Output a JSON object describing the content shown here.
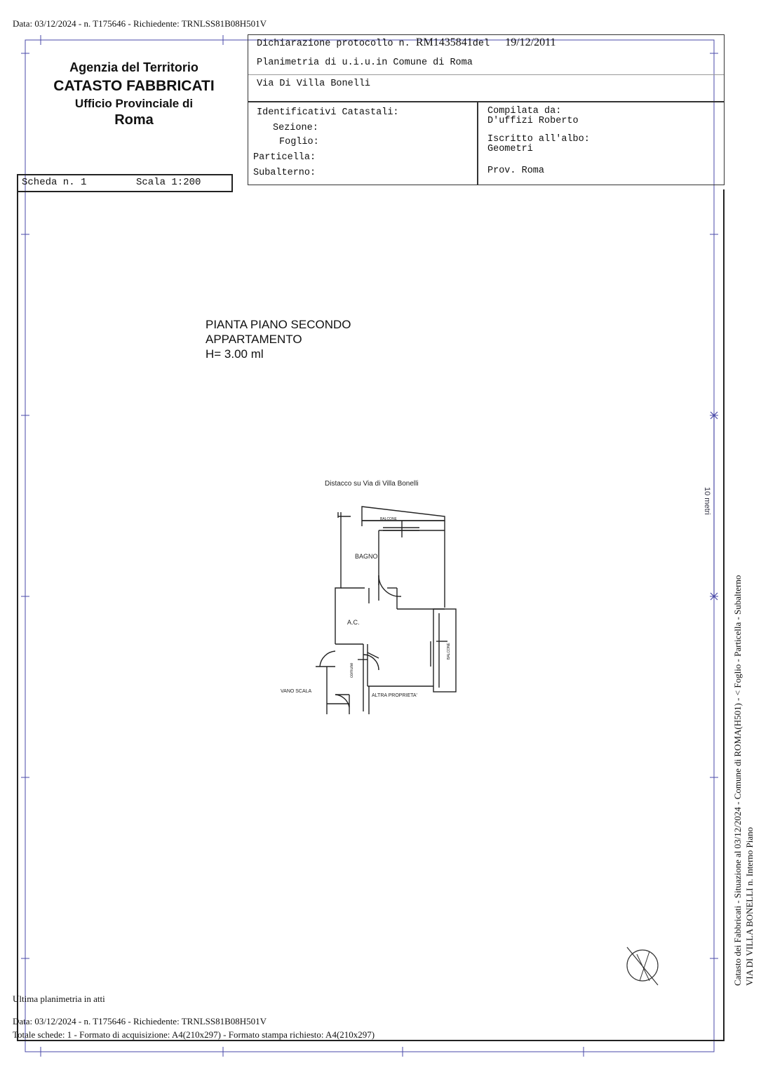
{
  "top_line": "Data: 03/12/2024 - n. T175646 - Richiedente: TRNLSS81B08H501V",
  "agency": {
    "line1": "Agenzia del Territorio",
    "line2": "CATASTO FABBRICATI",
    "line3": "Ufficio Provinciale di",
    "line4": "Roma"
  },
  "declaration": {
    "line1_prefix": "Dichiarazione protocollo n.",
    "protocol": "RM1435841",
    "del": "del",
    "date": "19/12/2011",
    "line2": "Planimetria di u.i.u.in Comune di Roma",
    "line3": "Via Di Villa Bonelli"
  },
  "identifiers": {
    "title": "Identificativi Catastali:",
    "sezione": "Sezione:",
    "foglio": "Foglio:",
    "particella": "Particella:",
    "subalterno": "Subalterno:"
  },
  "compiled": {
    "label": "Compilata da:",
    "name": "D'uffizi Roberto",
    "albo_label": "Iscritto all'albo:",
    "albo": "Geometri",
    "prov": "Prov. Roma"
  },
  "scheda": {
    "label": "Scheda n. 1",
    "scale": "Scala 1:200"
  },
  "plan_title": {
    "line1": "PIANTA PIANO SECONDO",
    "line2": "APPARTAMENTO",
    "line3": "H= 3.00 ml"
  },
  "plan_labels": {
    "distacco": "Distacco su Via di Villa Bonelli",
    "balcone_top": "BALCONE",
    "bagno": "BAGNO",
    "ac": "A.C.",
    "comune": "comune",
    "balcone_right": "BALCONE",
    "vano_scala": "VANO SCALA",
    "altra_proprieta": "ALTRA PROPRIETA'"
  },
  "scale_bar_label": "10 metri",
  "side": {
    "line1": "Catasto dei Fabbricati - Situazione al 03/12/2024 - Comune di ROMA(H501) - < Foglio    - Particella      - Subalterno",
    "line2": "VIA DI VILLA BONELLI n.       Interno      Piano"
  },
  "footer": {
    "ultima": "Ultima planimetria in atti",
    "data_line": "Data: 03/12/2024 - n. T175646 - Richiedente: TRNLSS81B08H501V",
    "totale": "Totale schede: 1 - Formato di acquisizione: A4(210x297)  - Formato stampa richiesto: A4(210x297)"
  }
}
